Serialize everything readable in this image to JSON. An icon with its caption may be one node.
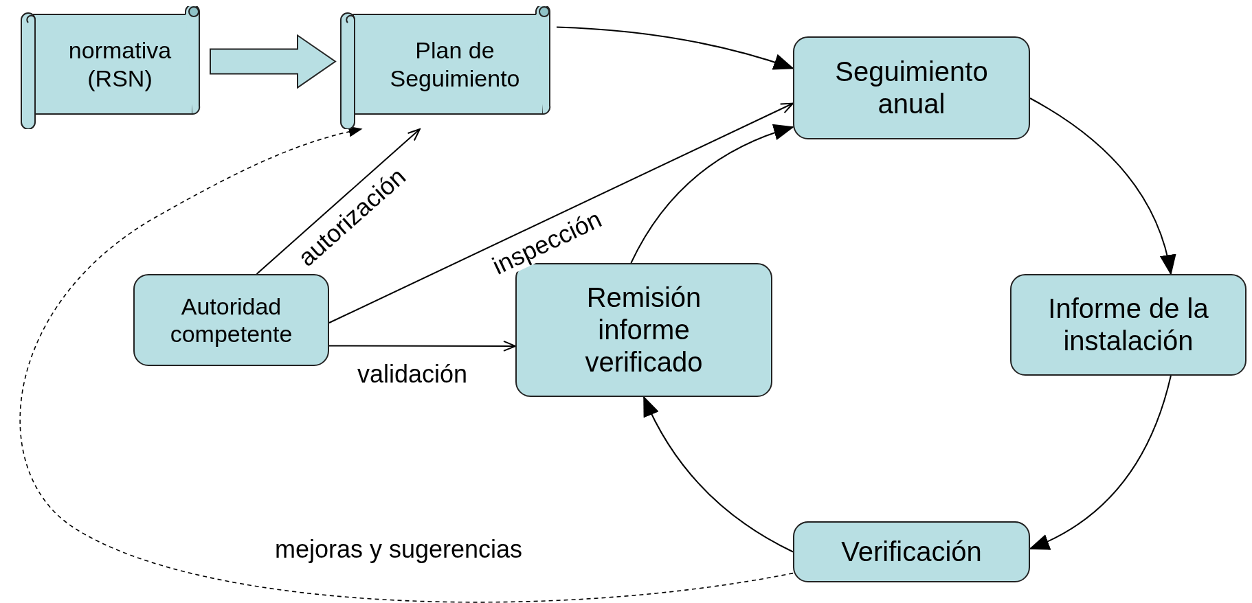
{
  "diagram": {
    "nodes": [
      {
        "text": [
          "normativa (RSN)"
        ]
      },
      {
        "text": [
          "Plan de Seguimiento"
        ]
      },
      {
        "text": [
          "Seguimiento anual"
        ]
      },
      {
        "text": [
          "Autoridad competente"
        ]
      },
      {
        "text": [
          "Remisión informe verificado"
        ]
      },
      {
        "text": [
          "Informe de la instalación"
        ]
      },
      {
        "text": [
          "Verificación"
        ]
      }
    ],
    "edges": [
      {
        "from": 0,
        "to": 1,
        "arrow": "to",
        "style": "thick"
      },
      {
        "from": 1,
        "to": 2,
        "arrow": "to"
      },
      {
        "from": 3,
        "to": 1,
        "arrow": "to",
        "label": "autorización"
      },
      {
        "from": 3,
        "to": 2,
        "arrow": "to",
        "label": "inspección"
      },
      {
        "from": 3,
        "to": 4,
        "arrow": "to",
        "label": "validación"
      },
      {
        "from": 4,
        "to": 2,
        "arrow": "to"
      },
      {
        "from": 2,
        "to": 5,
        "arrow": "to"
      },
      {
        "from": 5,
        "to": 6,
        "arrow": "to"
      },
      {
        "from": 6,
        "to": 4,
        "arrow": "to"
      },
      {
        "from": 6,
        "to": 1,
        "arrow": "to",
        "style": "dashed",
        "label": "mejoras y sugerencias"
      }
    ]
  }
}
